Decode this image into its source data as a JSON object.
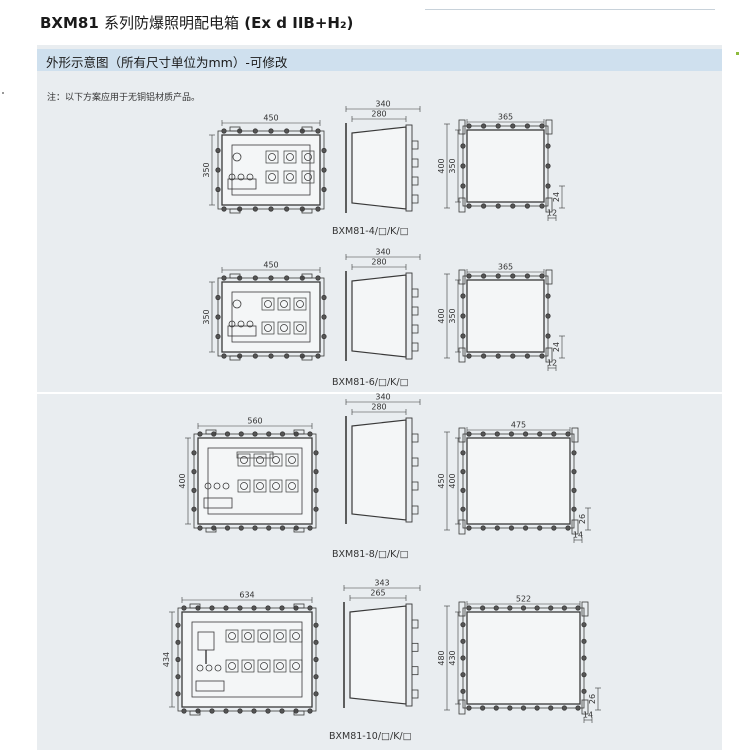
{
  "header": {
    "model": "BXM81",
    "title_cn": "系列防爆照明配电箱",
    "rating": "(Ex d IIB+H₂)"
  },
  "section": {
    "title": "外形示意图（所有尺寸单位为mm）-可修改"
  },
  "note": "注：以下方案应用于无铜铝材质产品。",
  "models": [
    {
      "id": "bxm81-4",
      "caption": "BXM81-4/□/K/□",
      "front": {
        "width": "450",
        "height": "350"
      },
      "side": {
        "depth_outer": "340",
        "depth_inner": "280"
      },
      "back": {
        "width": "365",
        "height_outer": "400",
        "height_inner": "350",
        "foot_h": "24",
        "foot_w": "12"
      }
    },
    {
      "id": "bxm81-6",
      "caption": "BXM81-6/□/K/□",
      "front": {
        "width": "450",
        "height": "350"
      },
      "side": {
        "depth_outer": "340",
        "depth_inner": "280"
      },
      "back": {
        "width": "365",
        "height_outer": "400",
        "height_inner": "350",
        "foot_h": "24",
        "foot_w": "12"
      }
    },
    {
      "id": "bxm81-8",
      "caption": "BXM81-8/□/K/□",
      "front": {
        "width": "560",
        "height": "400"
      },
      "side": {
        "depth_outer": "340",
        "depth_inner": "280"
      },
      "back": {
        "width": "475",
        "height_outer": "450",
        "height_inner": "400",
        "foot_h": "26",
        "foot_w": "14"
      }
    },
    {
      "id": "bxm81-10",
      "caption": "BXM81-10/□/K/□",
      "front": {
        "width": "634",
        "height": "434"
      },
      "side": {
        "depth_outer": "343",
        "depth_inner": "265"
      },
      "back": {
        "width": "522",
        "height_outer": "480",
        "height_inner": "430",
        "foot_h": "26",
        "foot_w": "14"
      }
    }
  ]
}
